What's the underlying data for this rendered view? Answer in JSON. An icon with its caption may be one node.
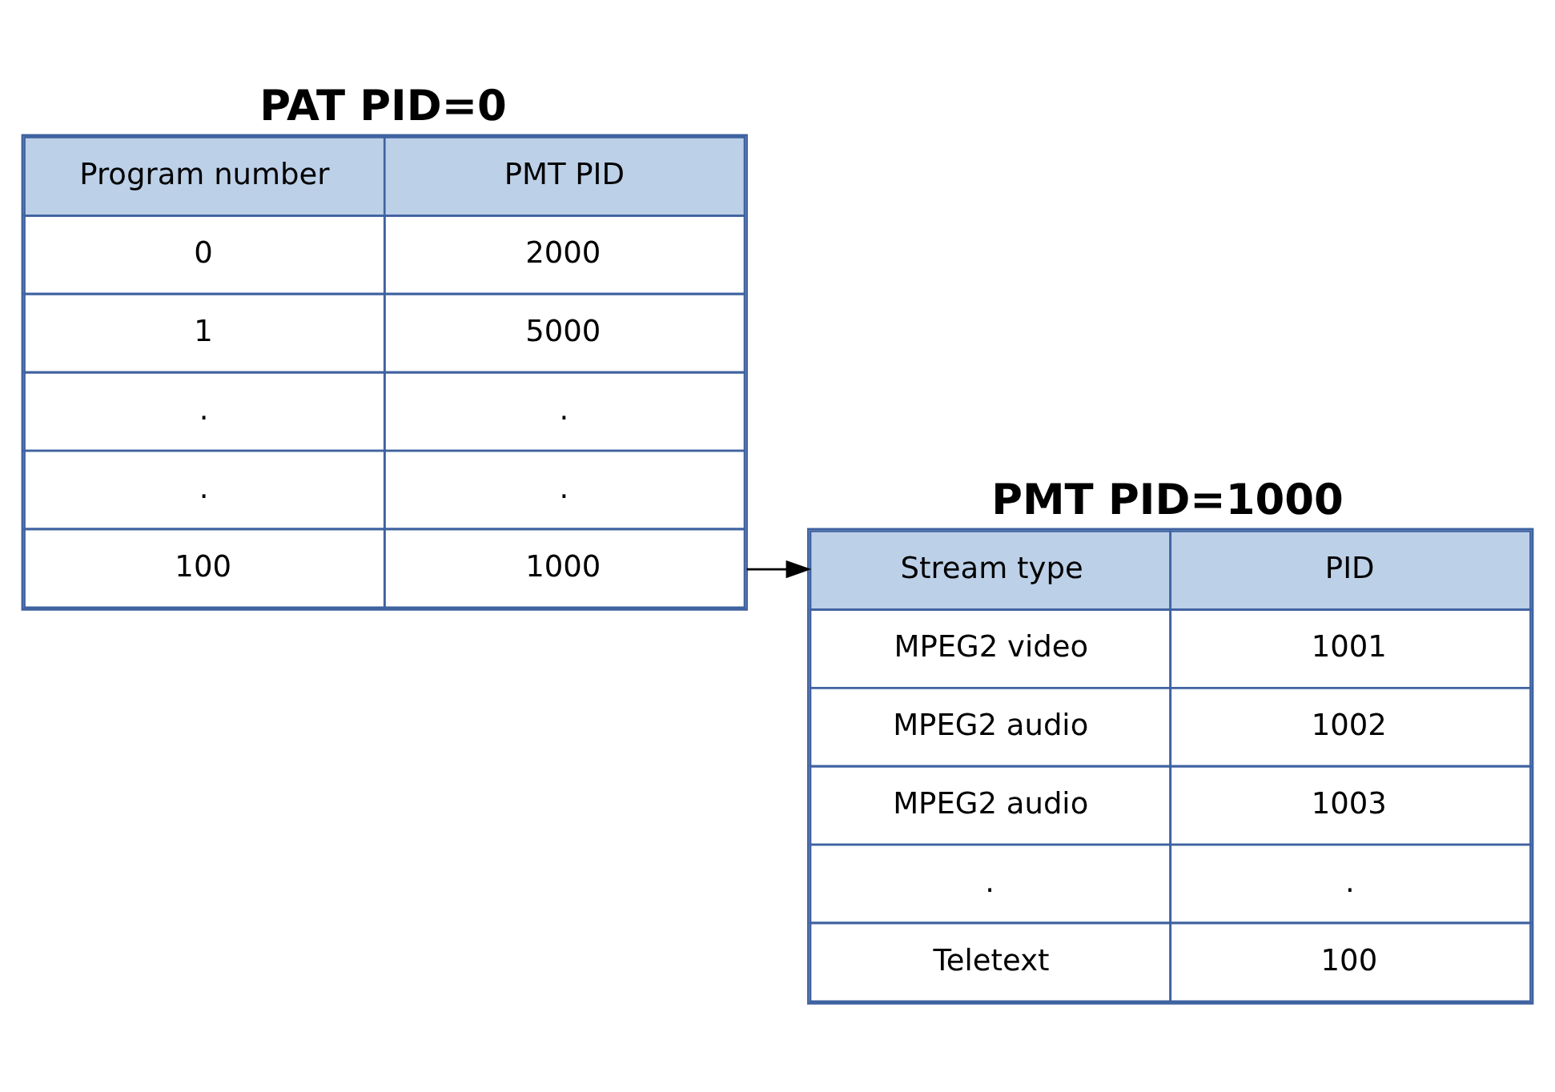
{
  "diagram": {
    "nodes": [
      {
        "text": [
          "PAT PID=0",
          "Program number",
          "PMT PID",
          "0",
          "2000",
          "1",
          "5000",
          ".",
          ".",
          ".",
          ".",
          "100",
          "1000"
        ]
      },
      {
        "text": [
          "PMT PID=1000",
          "Stream type",
          "PID",
          "MPEG2 video",
          "1001",
          "MPEG2 audio",
          "1002",
          "MPEG2 audio",
          "1003",
          ".",
          ".",
          "Teletext",
          "100"
        ]
      }
    ],
    "edges": [
      {
        "from": 0,
        "to": 1,
        "arrow": "to"
      }
    ]
  }
}
